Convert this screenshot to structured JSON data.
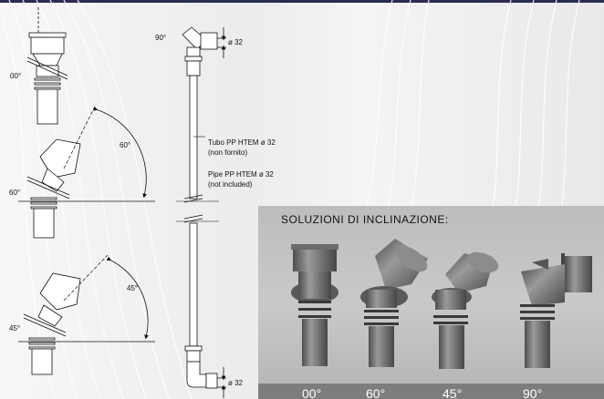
{
  "drawings": {
    "angles": {
      "a00": "00°",
      "a60": "60°",
      "a60_arc": "60°",
      "a45": "45°",
      "a45_arc": "45°",
      "a90": "90°"
    },
    "dimensions": {
      "top": "ø 32",
      "bottom": "ø 32"
    },
    "notes": {
      "it_line1": "Tubo PP HTEM ø 32",
      "it_line2": "(non fornito)",
      "en_line1": "Pipe PP HTEM ø 32",
      "en_line2": "(not included)"
    }
  },
  "photo": {
    "title": "SOLUZIONI DI INCLINAZIONE:",
    "labels": [
      "00°",
      "60°",
      "45°",
      "90°"
    ]
  },
  "colors": {
    "topbar": "#2b2b55",
    "pipe_dark": "#5f5f5f",
    "pipe_mid": "#7a7a7a",
    "pipe_light": "#9a9a9a",
    "photo_bg": "#c4c4c4",
    "photo_band": "#7d7d7d"
  }
}
